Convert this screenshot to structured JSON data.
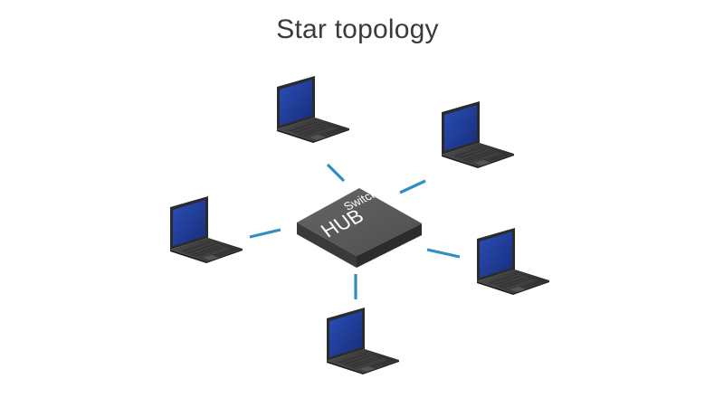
{
  "title": "Star topology",
  "hub": {
    "label_small": "Switch",
    "label_large": "HUB"
  },
  "colors": {
    "link": "#2f8fc4",
    "screen": "#1f3d9a",
    "device_body": "#3d3d3d",
    "hub_top": "#5b5b5b",
    "hub_side": "#3a3a3a"
  },
  "icons": [
    "laptop-icon",
    "hub-icon"
  ]
}
